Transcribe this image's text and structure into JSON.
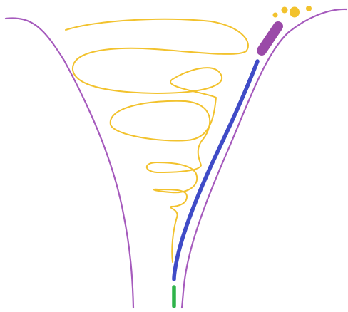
{
  "drawing": {
    "colors": {
      "background": "#ffffff",
      "funnel_outline": "#a65bbd",
      "spiral": "#f2c22d",
      "blue_stroke": "#3f4bc7",
      "purple_cap": "#9a4aa8",
      "green_stub": "#2fb34a",
      "dots": "#f2c22d"
    },
    "elements": [
      "funnel-left-wall",
      "funnel-right-wall",
      "yellow-spiral",
      "blue-diagonal-stroke",
      "purple-cap",
      "green-stub",
      "yellow-dots"
    ]
  }
}
